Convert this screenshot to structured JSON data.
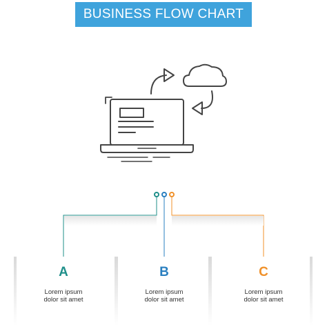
{
  "title": "BUSINESS FLOW CHART",
  "colors": {
    "banner": "#3fa3dc",
    "teal": "#1f8f8a",
    "blue": "#2a7fc0",
    "orange": "#f0912a",
    "outline": "#444444"
  },
  "illustration": {
    "icon": "laptop-cloud-sync-icon"
  },
  "steps": [
    {
      "letter": "A",
      "line1": "Lorem ipsum",
      "line2": "dolor sit amet"
    },
    {
      "letter": "B",
      "line1": "Lorem ipsum",
      "line2": "dolor sit amet"
    },
    {
      "letter": "C",
      "line1": "Lorem ipsum",
      "line2": "dolor sit amet"
    }
  ]
}
